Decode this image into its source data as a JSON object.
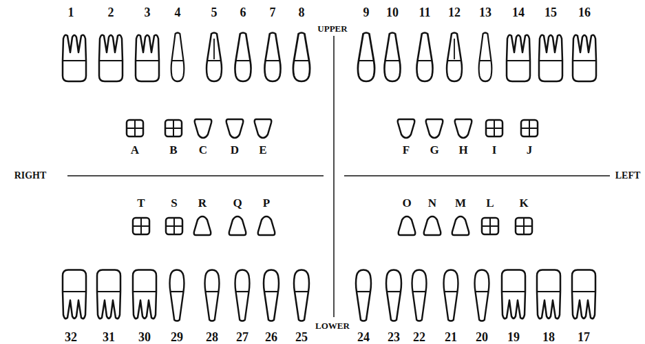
{
  "diagram": {
    "labels": [
      "1",
      "2",
      "3",
      "4",
      "5",
      "6",
      "7",
      "8",
      "9",
      "10",
      "11",
      "12",
      "13",
      "14",
      "15",
      "16",
      "UPPER",
      "A",
      "B",
      "C",
      "D",
      "E",
      "F",
      "G",
      "H",
      "I",
      "J",
      "RIGHT",
      "LEFT",
      "T",
      "S",
      "R",
      "Q",
      "P",
      "O",
      "N",
      "M",
      "L",
      "K",
      "LOWER",
      "32",
      "31",
      "30",
      "29",
      "28",
      "27",
      "26",
      "25",
      "24",
      "23",
      "22",
      "21",
      "20",
      "19",
      "18",
      "17"
    ]
  }
}
